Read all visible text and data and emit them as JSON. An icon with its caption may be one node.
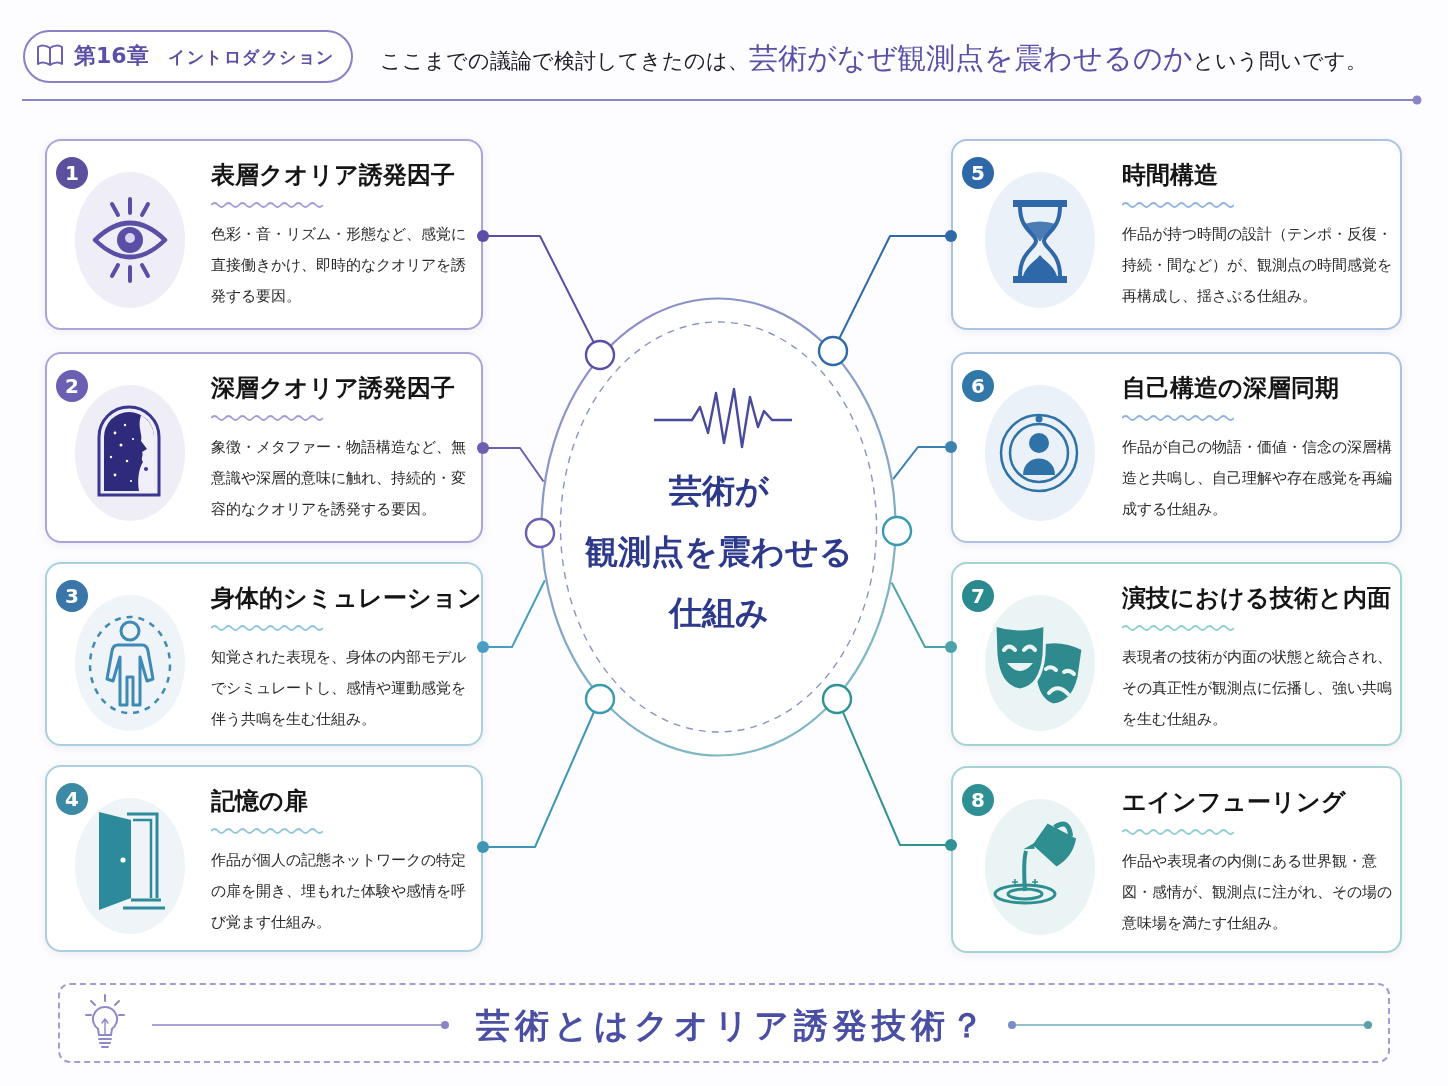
{
  "diagram": {
    "nodes": [
      {
        "text": [
          "第16章",
          "イントロダクション"
        ]
      },
      {
        "text": [
          "表層クオリア誘発因子",
          "色彩・音・リズム・形態など、感覚に直接働きかけ、即時的なクオリアを誘発する要因。"
        ]
      },
      {
        "text": [
          "1"
        ],
        "in": 1
      },
      {
        "text": [
          "深層クオリア誘発因子",
          "象徴・メタファー・物語構造など、無意識や深層的意味に触れ、持続的・変容的なクオリアを誘発する要因。"
        ]
      },
      {
        "text": [
          "2"
        ],
        "in": 3
      },
      {
        "text": [
          "身体的シミュレーション",
          "知覚された表現を、身体の内部モデルでシミュレートし、感情や運動感覚を伴う共鳴を生む仕組み。"
        ]
      },
      {
        "text": [
          "3"
        ],
        "in": 5
      },
      {
        "text": [
          "記憶の扉",
          "作品が個人の記態ネットワークの特定の扉を開き、埋もれた体験や感情を呼び覚ます仕組み。"
        ]
      },
      {
        "text": [
          "4"
        ],
        "in": 7
      },
      {
        "text": [
          "芸術が観測点を震わせる仕組み"
        ]
      },
      {
        "text": [
          "時間構造",
          "作品が持つ時間の設計（テンポ・反復・持続・間など）が、観測点の時間感覚を再構成し、揺さぶる仕組み。"
        ]
      },
      {
        "text": [
          "5"
        ],
        "in": 10
      },
      {
        "text": [
          "自己構造の深層同期",
          "作品が自己の物語・価値・信念の深層構造と共鳴し、自己理解や存在感覚を再編成する仕組み。"
        ]
      },
      {
        "text": [
          "6"
        ],
        "in": 12
      },
      {
        "text": [
          "演技における技術と内面",
          "表現者の技術が内面の状態と統合され、その真正性が観測点に伝播し、強い共鳴を生む仕組み。"
        ]
      },
      {
        "text": [
          "7"
        ],
        "in": 14
      },
      {
        "text": [
          "エインフューリング",
          "作品や表現者の内側にある世界観・意図・感情が、観測点に注がれ、その場の意味場を満たす仕組み。"
        ]
      },
      {
        "text": [
          "8"
        ],
        "in": 16
      },
      {
        "text": [
          "芸術とはクオリア誘発技術？"
        ]
      }
    ],
    "edges": [
      {
        "from": 1,
        "to": 9,
        "arrow": "other",
        "color": "#5a4ea6"
      },
      {
        "from": 3,
        "to": 9,
        "arrow": "other",
        "color": "#6a5fb0"
      },
      {
        "from": 5,
        "to": 9,
        "arrow": "other",
        "color": "#4a9ec4"
      },
      {
        "from": 7,
        "to": 9,
        "arrow": "other",
        "color": "#3f95b5"
      },
      {
        "from": 10,
        "to": 9,
        "arrow": "other",
        "color": "#2f6aa8"
      },
      {
        "from": 12,
        "to": 9,
        "arrow": "other",
        "color": "#3a82b0"
      },
      {
        "from": 14,
        "to": 9,
        "arrow": "other",
        "color": "#4aa3a8"
      },
      {
        "from": 16,
        "to": 9,
        "arrow": "other",
        "color": "#2f9294"
      }
    ],
    "labels": [
      "ここまでの議論で検討してきたのは、**芸術がなぜ観測点を震わせるのか**という問いです。"
    ]
  }
}
